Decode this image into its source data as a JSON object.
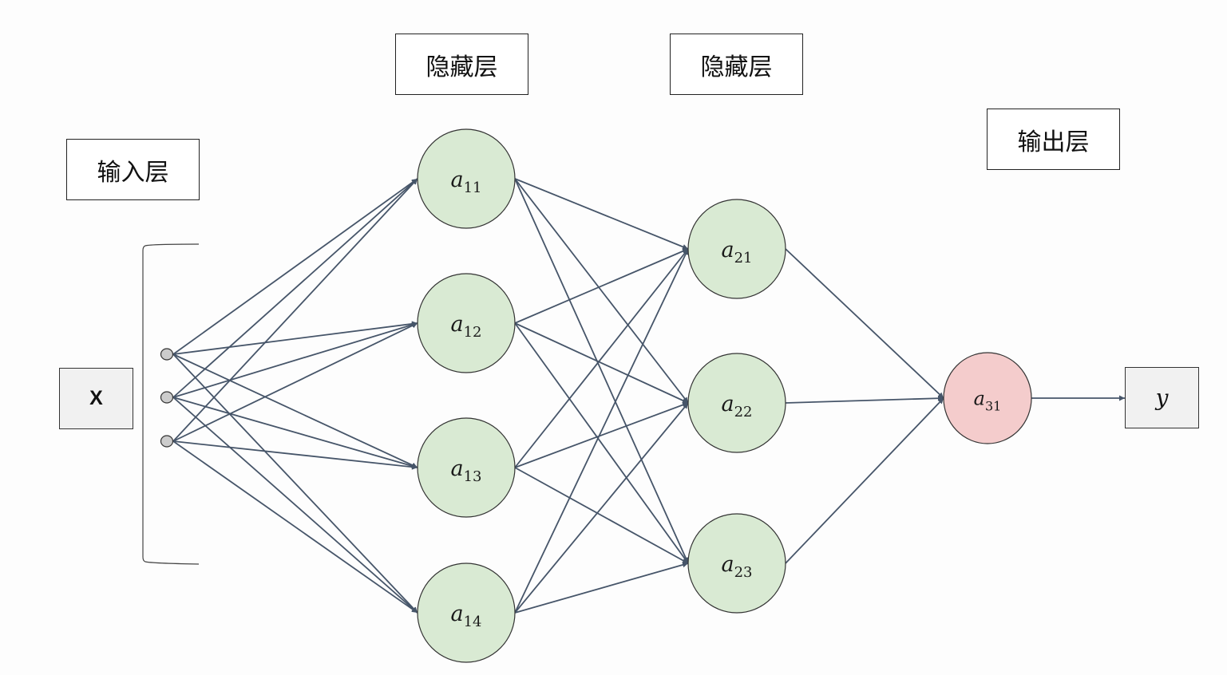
{
  "layers": {
    "input_label": "输入层",
    "hidden1_label": "隐藏层",
    "hidden2_label": "隐藏层",
    "output_label": "输出层"
  },
  "input_box": {
    "label": "X"
  },
  "output_box": {
    "label": "y"
  },
  "nodes": {
    "a11": {
      "var": "a",
      "sub": "11"
    },
    "a12": {
      "var": "a",
      "sub": "12"
    },
    "a13": {
      "var": "a",
      "sub": "13"
    },
    "a14": {
      "var": "a",
      "sub": "14"
    },
    "a21": {
      "var": "a",
      "sub": "21"
    },
    "a22": {
      "var": "a",
      "sub": "22"
    },
    "a23": {
      "var": "a",
      "sub": "23"
    },
    "a31": {
      "var": "a",
      "sub": "31"
    }
  },
  "colors": {
    "hidden_node_fill": "#d9ead3",
    "output_node_fill": "#f4cccc",
    "input_point_fill": "#cccccc",
    "edge": "#465569",
    "node_stroke": "#333333"
  }
}
